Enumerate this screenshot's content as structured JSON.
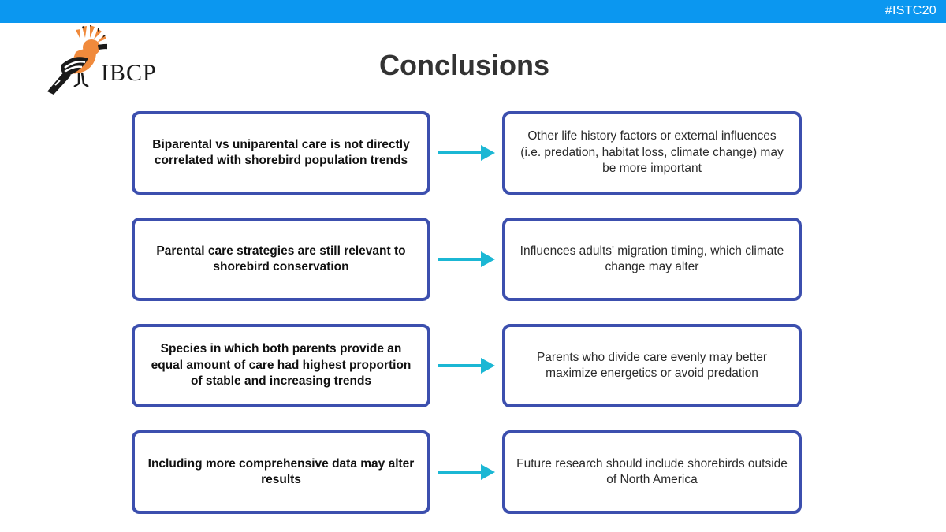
{
  "header": {
    "hashtag": "#ISTC20",
    "bar_color": "#0b97f0"
  },
  "logo": {
    "icon": "hoopoe-bird-icon",
    "text": "IBCP"
  },
  "title": "Conclusions",
  "colors": {
    "box_border": "#3c4fae",
    "arrow": "#1bb7d4"
  },
  "rows": [
    {
      "left": "Biparental vs uniparental care is not directly correlated with shorebird population trends",
      "right": "Other life history factors or external influences (i.e. predation, habitat loss, climate change) may be more important"
    },
    {
      "left": "Parental care strategies are still relevant to shorebird conservation",
      "right": "Influences adults' migration timing, which climate change may alter"
    },
    {
      "left": "Species in which both parents provide an equal amount of care had highest proportion of stable and increasing trends",
      "right": "Parents who divide care evenly may better maximize energetics or avoid predation"
    },
    {
      "left": "Including more comprehensive data may alter results",
      "right": "Future research should include shorebirds outside of North America"
    }
  ]
}
